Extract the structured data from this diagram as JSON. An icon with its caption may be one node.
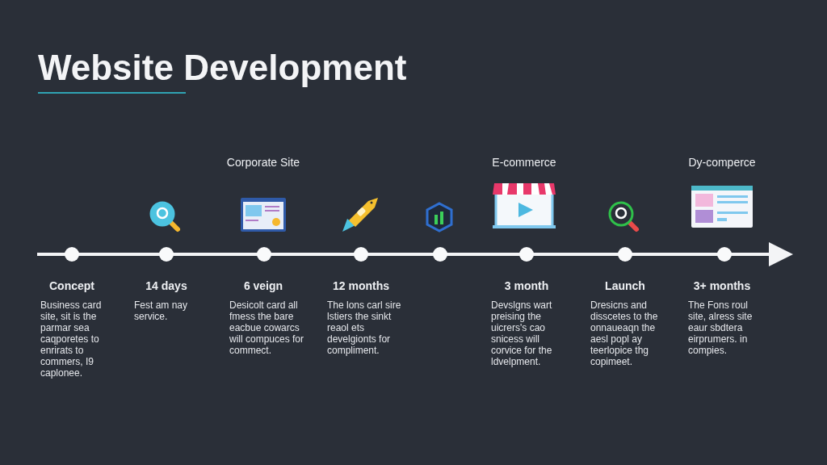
{
  "diagram": {
    "title": "Website Development",
    "labels": [
      "Corporate Site",
      "E-commerce",
      "Dy-comperce",
      "Concept",
      "14 days",
      "6 veign",
      "12 months",
      "3 month",
      "Launch",
      "3+ months",
      "Business card site, sit is the parmar sea caqporetes to enrirats to commers, I9 caplonee.",
      "Fest am nay service.",
      "Desicolt card all fmess the bare eacbue cowarcs will compuces for commect.",
      "The lons carl sire lstiers the sinkt reaol ets develgionts for compliment.",
      "Devslgns wart preising the uicrers's cao snicess will corvice for the ldvelpment.",
      "Dresicns and disscetes to the onnaueaqn the aesl popl ay teerlopice thg copimeet.",
      "The Fons roul site, alress site eaur sbdtera eirprumers. in compies."
    ]
  }
}
